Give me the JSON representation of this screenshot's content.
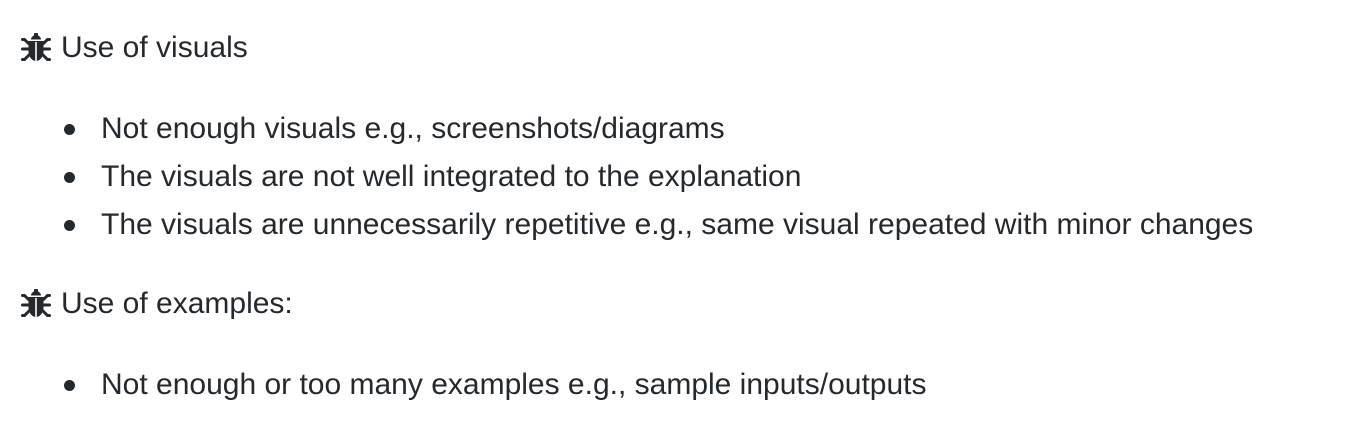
{
  "sections": [
    {
      "icon": "bug-icon",
      "heading": "Use of visuals",
      "items": [
        "Not enough visuals e.g., screenshots/diagrams",
        "The visuals are not well integrated to the explanation",
        "The visuals are unnecessarily repetitive e.g., same visual repeated with minor changes"
      ]
    },
    {
      "icon": "bug-icon",
      "heading": "Use of examples:",
      "items": [
        "Not enough or too many examples e.g., sample inputs/outputs"
      ]
    }
  ]
}
